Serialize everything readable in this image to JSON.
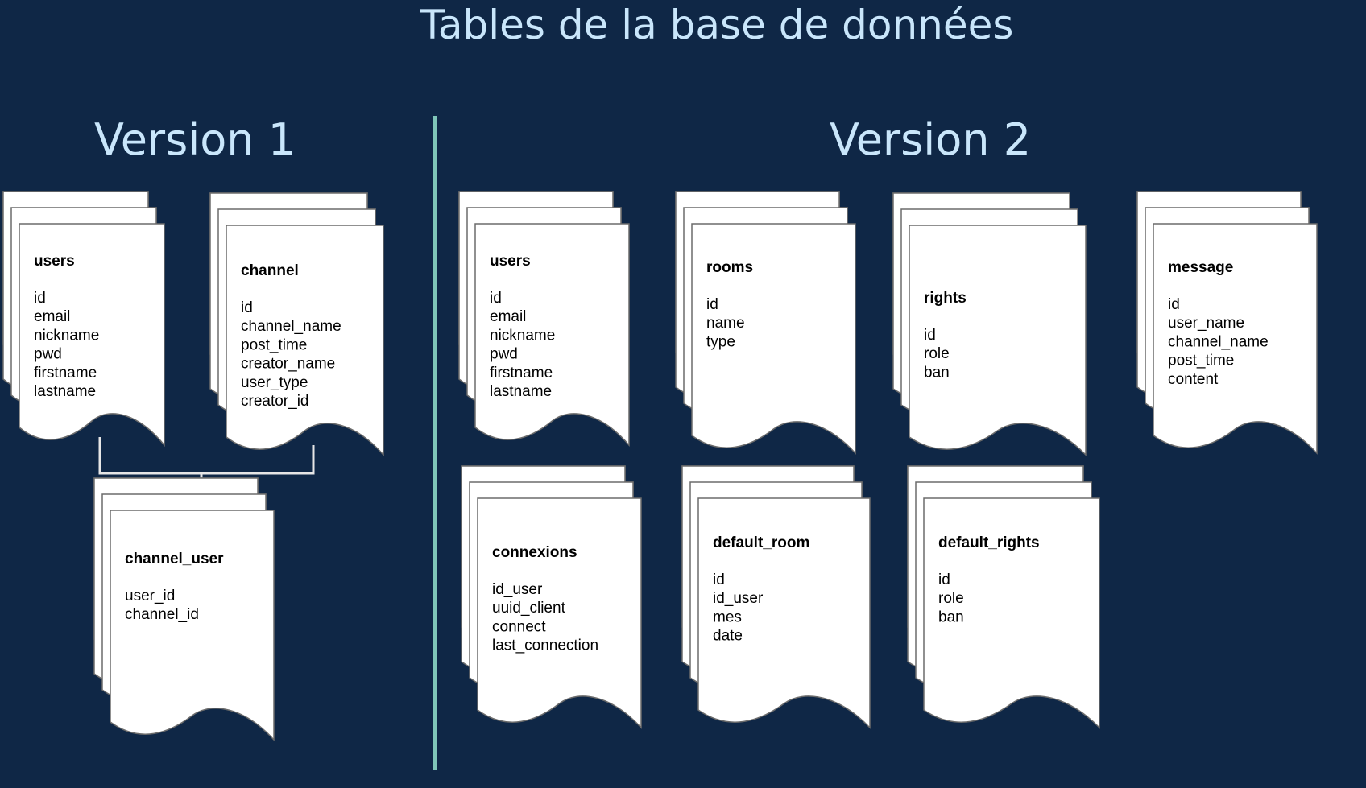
{
  "title": "Tables de la base de données",
  "version1": {
    "heading": "Version 1",
    "tables": [
      {
        "key": "v1-users",
        "name": "users",
        "fields": [
          "id",
          "email",
          "nickname",
          "pwd",
          "firstname",
          "lastname"
        ]
      },
      {
        "key": "v1-channel",
        "name": "channel",
        "fields": [
          "id",
          "channel_name",
          "post_time",
          "creator_name",
          "user_type",
          "creator_id"
        ]
      },
      {
        "key": "v1-channel-user",
        "name": "channel_user",
        "fields": [
          "user_id",
          "channel_id"
        ]
      }
    ],
    "relations": [
      {
        "from": [
          "users",
          "channel"
        ],
        "to": "channel_user"
      }
    ]
  },
  "version2": {
    "heading": "Version 2",
    "tables": [
      {
        "key": "v2-users",
        "name": "users",
        "fields": [
          "id",
          "email",
          "nickname",
          "pwd",
          "firstname",
          "lastname"
        ]
      },
      {
        "key": "v2-rooms",
        "name": "rooms",
        "fields": [
          "id",
          "name",
          "type"
        ]
      },
      {
        "key": "v2-rights",
        "name": "rights",
        "fields": [
          "id",
          "role",
          "ban"
        ]
      },
      {
        "key": "v2-message",
        "name": "message",
        "fields": [
          "id",
          "user_name",
          "channel_name",
          "post_time",
          "content"
        ]
      },
      {
        "key": "v2-connexions",
        "name": "connexions",
        "fields": [
          "id_user",
          "uuid_client",
          "connect",
          "last_connection"
        ]
      },
      {
        "key": "v2-default-room",
        "name": "default_room",
        "fields": [
          "id",
          "id_user",
          "mes",
          "date"
        ]
      },
      {
        "key": "v2-default-rights",
        "name": "default_rights",
        "fields": [
          "id",
          "role",
          "ban"
        ]
      }
    ]
  },
  "colors": {
    "background": "#0f2746",
    "heading": "#c9e6fb",
    "divider": "#7fc5b8",
    "card_fill": "#ffffff",
    "card_stroke": "#6b6b6b",
    "connector": "#e6e6e6"
  }
}
